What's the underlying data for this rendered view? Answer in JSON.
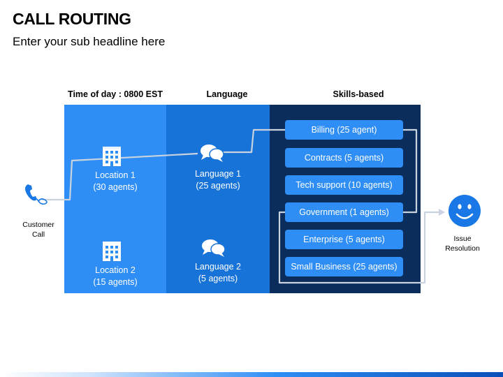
{
  "title": "CALL ROUTING",
  "subtitle": "Enter your sub headline here",
  "columns": {
    "time_of_day": "Time of day : 0800 EST",
    "language": "Language",
    "skills": "Skills-based"
  },
  "locations": [
    {
      "name": "Location 1",
      "agents": "(30 agents)"
    },
    {
      "name": "Location 2",
      "agents": "(15 agents)"
    }
  ],
  "languages": [
    {
      "name": "Language 1",
      "agents": "(25 agents)"
    },
    {
      "name": "Language 2",
      "agents": "(5 agents)"
    }
  ],
  "skills": [
    "Billing (25 agent)",
    "Contracts (5 agents)",
    "Tech support (10 agents)",
    "Government (1 agents)",
    "Enterprise (5 agents)",
    "Small Business (25 agents)"
  ],
  "customer": {
    "line1": "Customer",
    "line2": "Call"
  },
  "issue": {
    "line1": "Issue",
    "line2": "Resolution"
  },
  "colors": {
    "panel_light": "#2e8ef5",
    "panel_mid": "#1873d8",
    "panel_dark": "#0a2d5c",
    "skill_box": "#2e8ef5",
    "connector": "#c9d3e0",
    "icon_blue": "#1a78e6"
  },
  "icons": [
    "phone-icon",
    "building-icon",
    "chat-bubbles-icon",
    "smiley-icon"
  ]
}
